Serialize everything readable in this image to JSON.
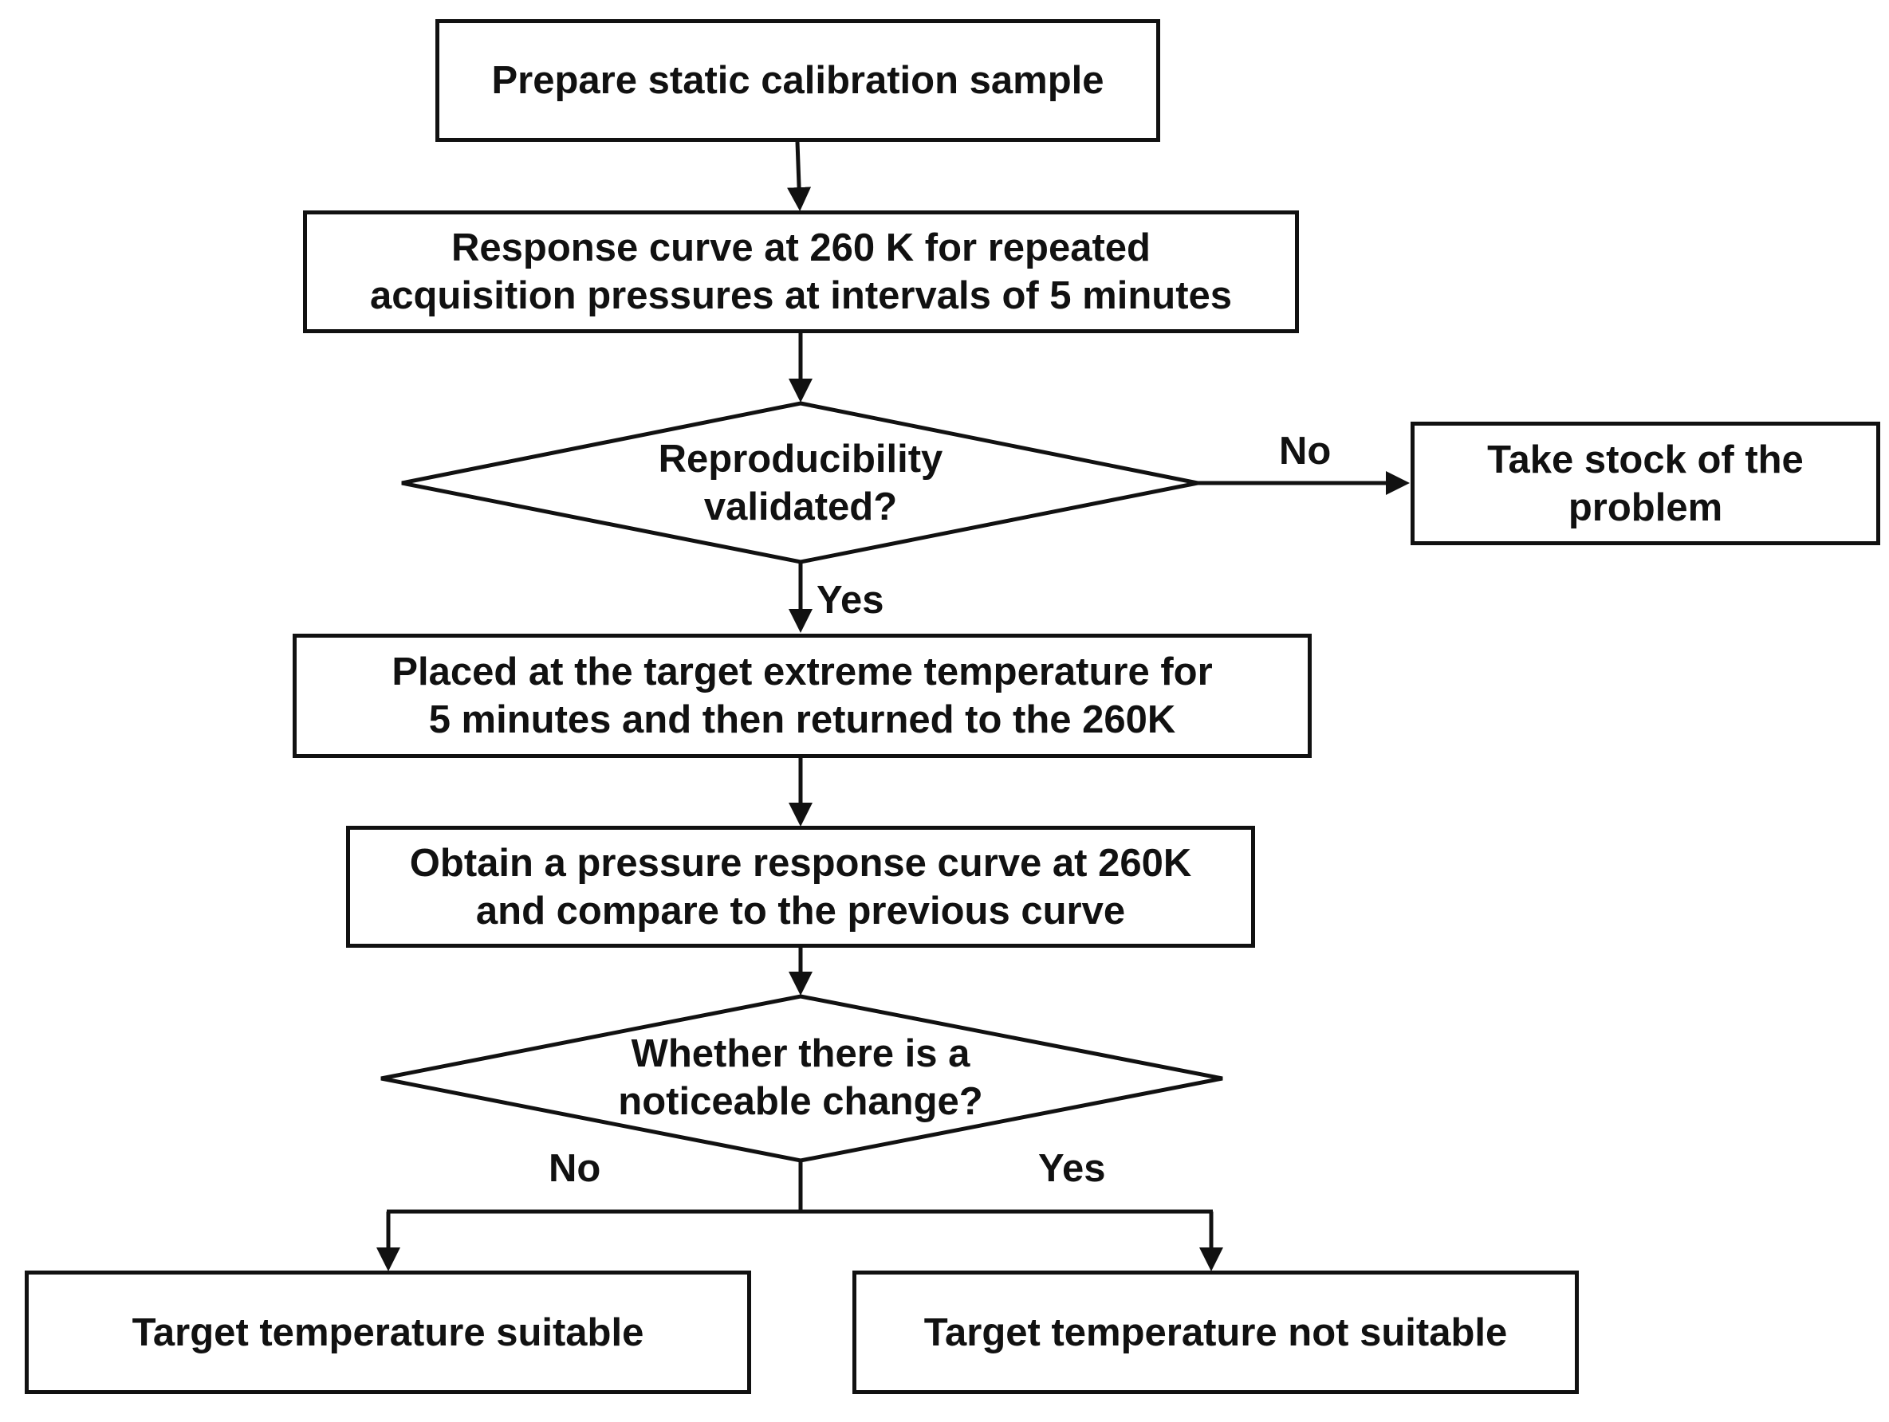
{
  "nodes": {
    "prepare": {
      "text": "Prepare static calibration sample"
    },
    "response_curve": {
      "line1": "Response curve at 260 K for repeated",
      "line2": "acquisition pressures at intervals of 5 minutes"
    },
    "reproducibility": {
      "line1": "Reproducibility",
      "line2": "validated?"
    },
    "take_stock": {
      "line1": "Take stock of the",
      "line2": "problem"
    },
    "placed": {
      "line1": "Placed at the target extreme temperature for",
      "line2": "5 minutes and then returned to the 260K"
    },
    "obtain": {
      "line1": "Obtain a pressure response curve at 260K",
      "line2": "and compare to the previous curve"
    },
    "noticeable_change": {
      "line1": "Whether there is a",
      "line2": "noticeable change?"
    },
    "suitable": {
      "text": "Target temperature suitable"
    },
    "not_suitable": {
      "text": "Target temperature not suitable"
    }
  },
  "edge_labels": {
    "reproducibility_no": "No",
    "reproducibility_yes": "Yes",
    "change_no": "No",
    "change_yes": "Yes"
  },
  "colors": {
    "stroke": "#111111",
    "background": "#ffffff"
  }
}
